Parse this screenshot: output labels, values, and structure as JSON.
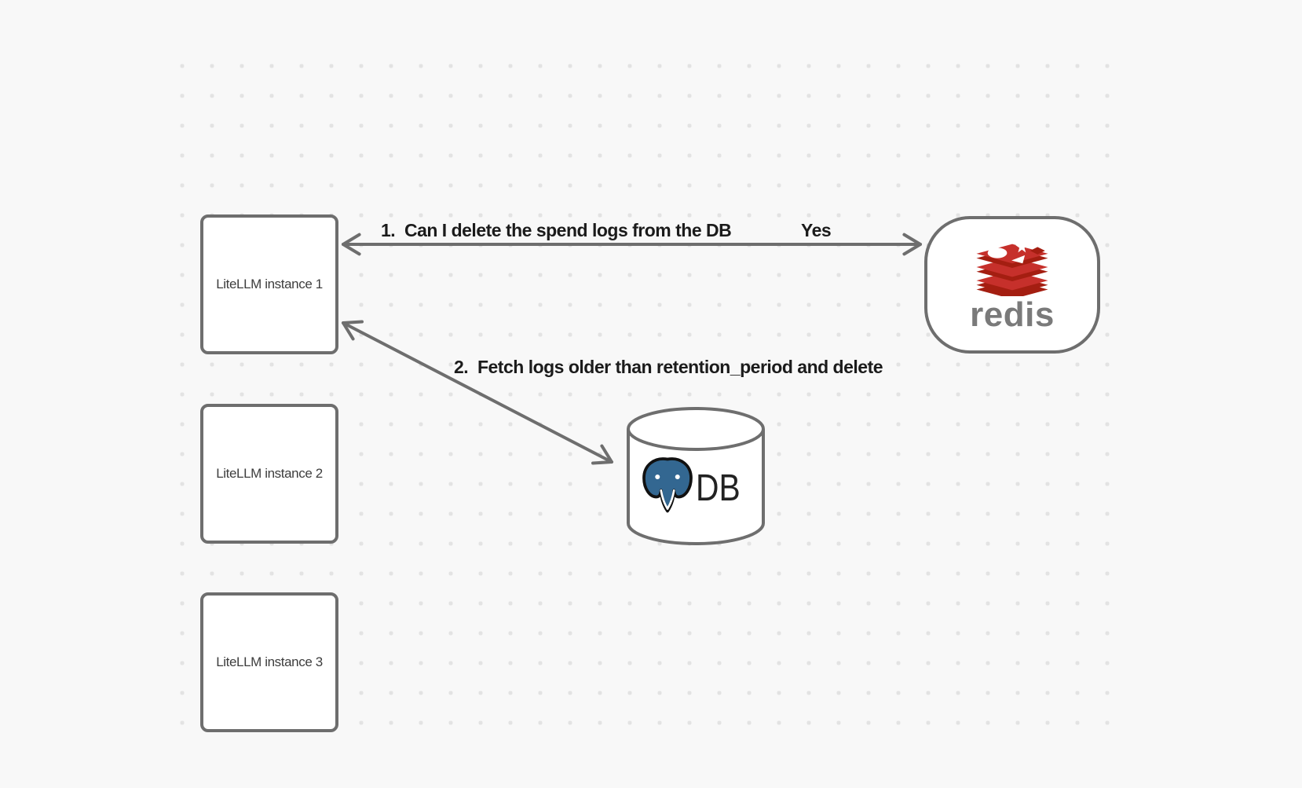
{
  "nodes": {
    "instances": [
      {
        "label": "LiteLLM instance 1"
      },
      {
        "label": "LiteLLM instance 2"
      },
      {
        "label": "LiteLLM instance 3"
      }
    ],
    "redis": {
      "label": "redis"
    },
    "database": {
      "label": "DB"
    }
  },
  "edges": {
    "redis_edge": {
      "label": "1.  Can I delete the spend logs from the DB",
      "response": "Yes",
      "from": "LiteLLM instance 1",
      "to": "redis",
      "direction": "bidirectional"
    },
    "db_edge": {
      "label": "2.  Fetch logs older than retention_period and delete",
      "from": "LiteLLM instance 1",
      "to": "DB",
      "direction": "bidirectional"
    }
  },
  "colors": {
    "background": "#f8f8f8",
    "dot": "#e3e3e3",
    "stroke": "#6e6e6e",
    "node_fill": "#ffffff",
    "node_text": "#3d3d3d",
    "edge_label_text": "#1b1b1b",
    "redis_red": "#c6302b",
    "redis_dark_red": "#a41e11",
    "redis_wordmark": "#7a7a7a",
    "postgres_blue": "#336791",
    "db_text": "#222222"
  }
}
